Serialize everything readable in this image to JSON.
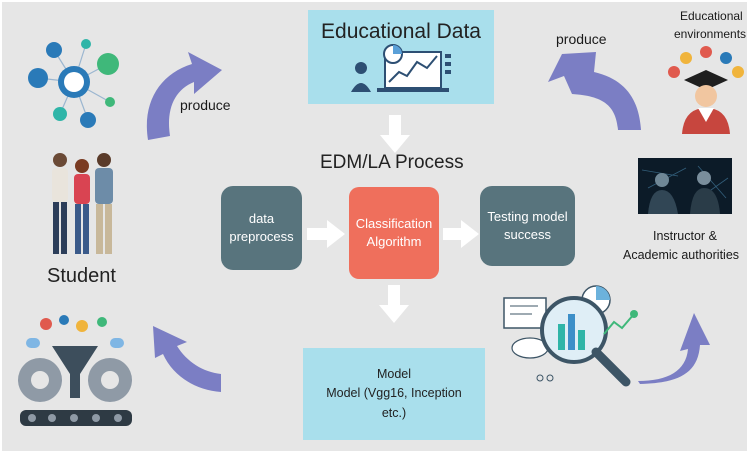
{
  "top_box": {
    "title": "Educational Data"
  },
  "process_title": "EDM/LA Process",
  "steps": {
    "preprocess": {
      "line1": "data",
      "line2": "preprocess"
    },
    "classify": {
      "line1": "Classification",
      "line2": "Algorithm"
    },
    "testing": {
      "line1": "Testing model",
      "line2": "success"
    }
  },
  "model_box": {
    "line1": "Model",
    "line2": "Model (Vgg16, Inception",
    "line3": "etc.)"
  },
  "labels": {
    "produce_left": "produce",
    "produce_right": "produce",
    "student": "Student",
    "edu_env_line1": "Educational",
    "edu_env_line2": "environments",
    "instructor_line1": "Instructor &",
    "instructor_line2": "Academic authorities"
  },
  "colors": {
    "background": "#e6e6e6",
    "cyan_box": "#a9dfec",
    "slate_box": "#58747d",
    "salmon_box": "#ef6f5c",
    "cycle_arrow": "#7b7ec4"
  }
}
